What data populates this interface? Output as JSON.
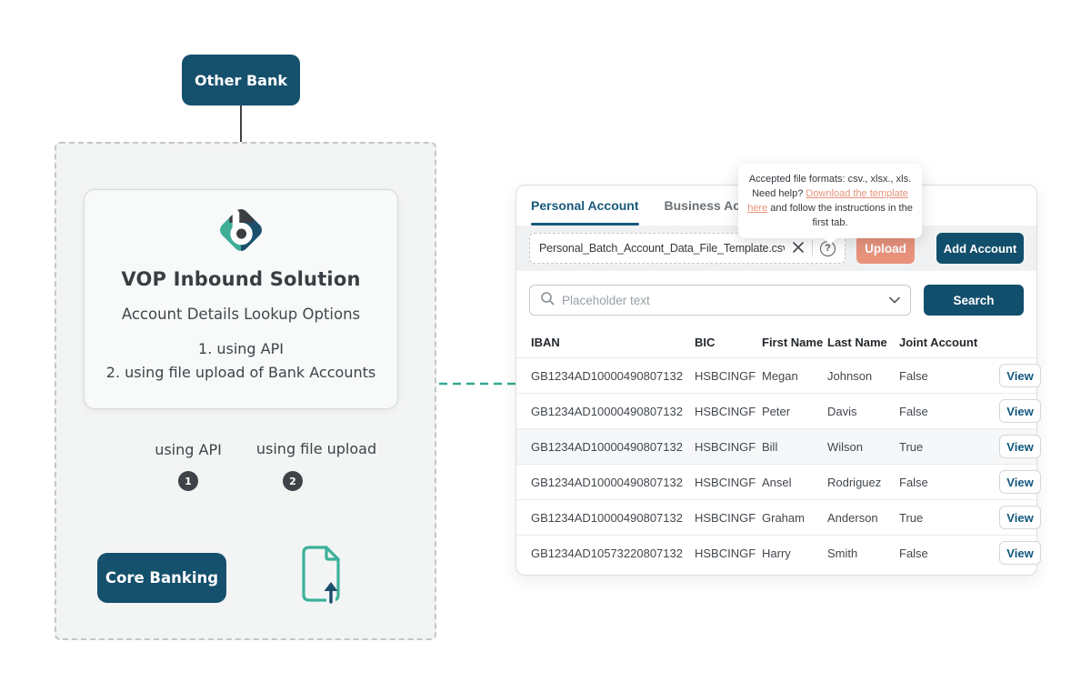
{
  "colors": {
    "brand_navy": "#15506d",
    "brand_teal": "#35a893",
    "accent_salmon": "#e8927c",
    "charcoal": "#3f4347",
    "link_salmon": "#e8917a",
    "active_tab_blue": "#175a7c"
  },
  "diagram": {
    "other_bank_label": "Other Bank",
    "solution_title": "VOP Inbound Solution",
    "solution_subtitle": "Account Details Lookup Options",
    "option_1": "1. using API",
    "option_2": "2. using file upload of Bank Accounts",
    "branch_api_label": "using API",
    "branch_file_label": "using file upload",
    "branch_api_number": "1",
    "branch_file_number": "2",
    "core_banking_label": "Core Banking",
    "icons": [
      "bank-brand-logo",
      "file-upload-icon"
    ]
  },
  "panel": {
    "tabs": [
      {
        "label": "Personal Account",
        "active": true
      },
      {
        "label": "Business Account",
        "active": false
      }
    ],
    "tooltip": {
      "line1": "Accepted file formats: csv., xlsx., xls.",
      "help_prefix": "Need help? ",
      "link_text": "Download the template here",
      "help_suffix": " and follow the instructions in the first tab."
    },
    "upload": {
      "filename": "Personal_Batch_Account_Data_File_Template.csv",
      "upload_label": "Upload",
      "add_account_label": "Add Account",
      "help_glyph": "?"
    },
    "search": {
      "placeholder": "Placeholder text",
      "button_label": "Search"
    },
    "table": {
      "columns": [
        "IBAN",
        "BIC",
        "First Name",
        "Last Name",
        "Joint Account"
      ],
      "rows": [
        {
          "iban": "GB1234AD10000490807132",
          "bic": "HSBCINGF",
          "first_name": "Megan",
          "last_name": "Johnson",
          "joint_account": "False",
          "action": "View"
        },
        {
          "iban": "GB1234AD10000490807132",
          "bic": "HSBCINGF",
          "first_name": "Peter",
          "last_name": "Davis",
          "joint_account": "False",
          "action": "View"
        },
        {
          "iban": "GB1234AD10000490807132",
          "bic": "HSBCINGF",
          "first_name": "Bill",
          "last_name": "Wilson",
          "joint_account": "True",
          "highlighted": true,
          "action": "View"
        },
        {
          "iban": "GB1234AD10000490807132",
          "bic": "HSBCINGF",
          "first_name": "Ansel",
          "last_name": "Rodriguez",
          "joint_account": "False",
          "action": "View"
        },
        {
          "iban": "GB1234AD10000490807132",
          "bic": "HSBCINGF",
          "first_name": "Graham",
          "last_name": "Anderson",
          "joint_account": "True",
          "action": "View"
        },
        {
          "iban": "GB1234AD10573220807132",
          "bic": "HSBCINGF",
          "first_name": "Harry",
          "last_name": "Smith",
          "joint_account": "False",
          "action": "View"
        }
      ]
    }
  }
}
